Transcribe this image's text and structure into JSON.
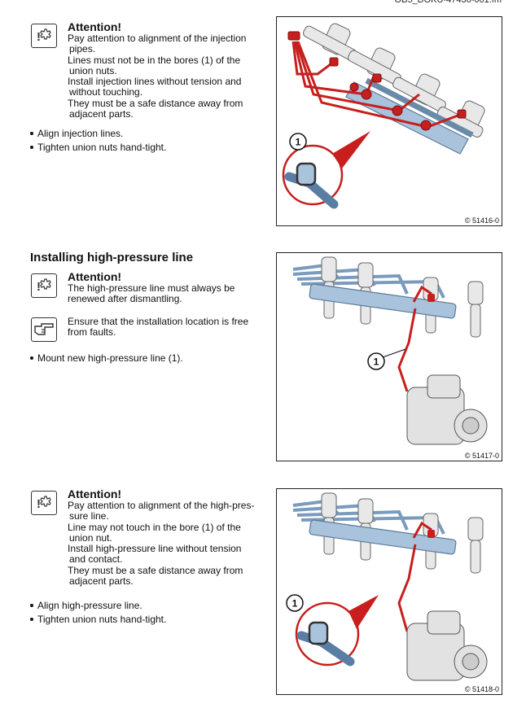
{
  "header": {
    "doc_id": "OB5_DOKU-47436-001.fm"
  },
  "section1": {
    "notice": {
      "title": "Attention!",
      "lines": [
        "Pay attention to alignment of the injection",
        "pipes.",
        "Lines must not be in the bores (1) of the",
        "union nuts.",
        "Install injection lines without tension and",
        "without touching.",
        "They must be a safe distance away from",
        "adjacent parts."
      ]
    },
    "bullets": [
      "Align injection lines.",
      "Tighten union nuts hand-tight."
    ],
    "figure": {
      "callout": "1",
      "code": "© 51416-0"
    }
  },
  "section2": {
    "heading": "Installing high-pressure line",
    "notice": {
      "title": "Attention!",
      "lines": [
        "The high-pressure line must always be",
        "renewed after dismantling."
      ]
    },
    "note": {
      "lines": [
        "Ensure that the installation location is free",
        "from faults."
      ]
    },
    "bullets": [
      "Mount new high-pressure line (1)."
    ],
    "figure": {
      "callout": "1",
      "code": "© 51417-0"
    }
  },
  "section3": {
    "notice": {
      "title": "Attention!",
      "lines": [
        "Pay attention to alignment of the high-pres-",
        "sure line.",
        "Line may not touch in the bore (1) of the",
        "union nut.",
        "Install high-pressure line without tension",
        "and contact.",
        "They must be a safe distance away from",
        "adjacent parts."
      ]
    },
    "bullets": [
      "Align high-pressure line.",
      "Tighten union nuts hand-tight."
    ],
    "figure": {
      "callout": "1",
      "code": "© 51418-0"
    }
  }
}
